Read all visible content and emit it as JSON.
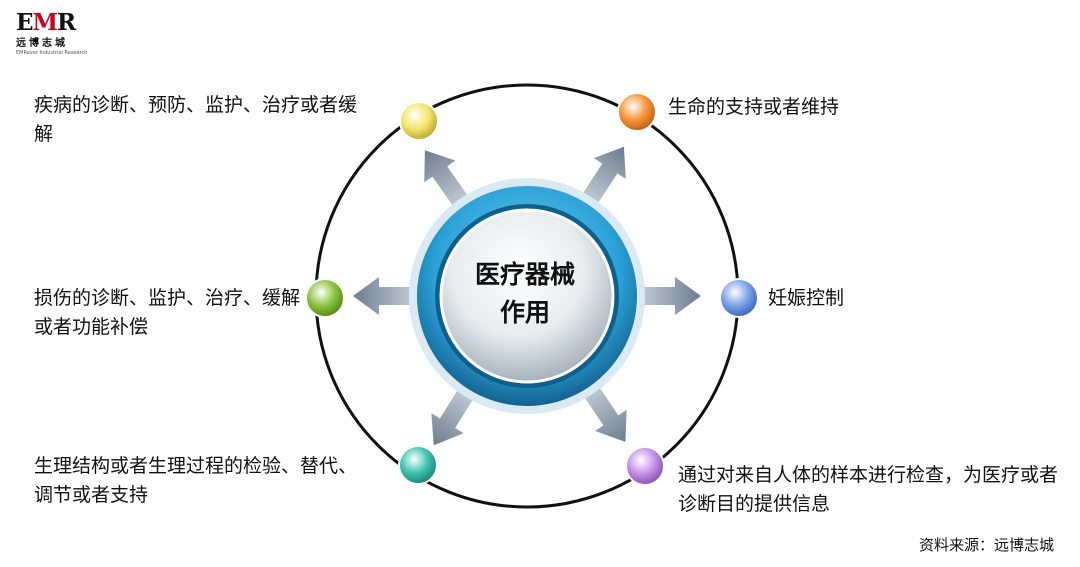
{
  "logo": {
    "mark_e": "E",
    "mark_m": "M",
    "mark_r": "R",
    "cn": "远博志城",
    "en": "EMRever Industrial Research"
  },
  "center": {
    "line1": "医疗器械",
    "line2": "作用"
  },
  "items": {
    "top_left": "疾病的诊断、预防、监护、治疗或者缓解",
    "top_right": "生命的支持或者维持",
    "mid_left": "损伤的诊断、监护、治疗、缓解或者功能补偿",
    "mid_right": "妊娠控制",
    "bottom_left": "生理结构或者生理过程的检验、替代、调节或者支持",
    "bottom_right": "通过对来自人体的样本进行检查，为医疗或者诊断目的提供信息"
  },
  "colors": {
    "top_left": "#f3e66a",
    "top_right": "#f7963a",
    "mid_left": "#8cc63f",
    "mid_right": "#7aa3ea",
    "bottom_left": "#3fc5b0",
    "bottom_right": "#c792ea",
    "ring": "#111111",
    "center_outer": "#2aa2d8",
    "arrow": "#8a9aac"
  },
  "source": "资料来源：远博志城"
}
